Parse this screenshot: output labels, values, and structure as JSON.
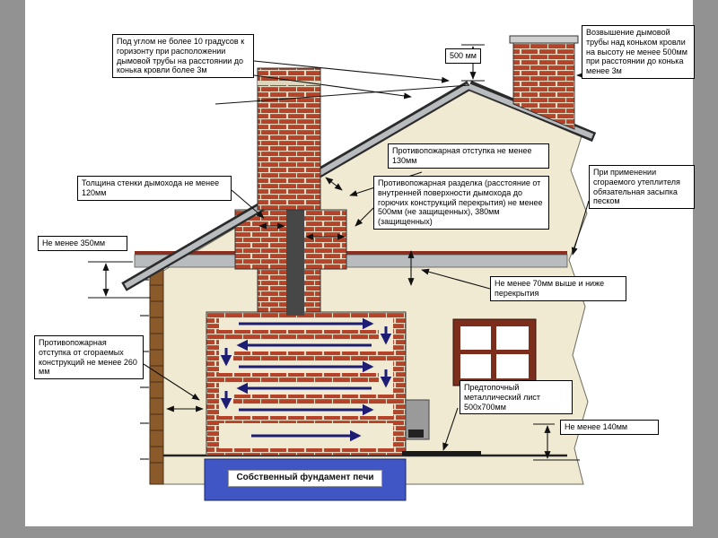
{
  "callouts": {
    "angle_10deg": "Под углом не более 10 градусов к горизонту при расположении дымовой трубы на расстоянии до конька кровли более 3м",
    "dim_500mm": "500 мм",
    "chimney_elevation": "Возвышение дымовой трубы над коньком кровли на высоту не менее 500мм при расстоянии до конька менее 3м",
    "otstupka_130mm": "Противопожарная отступка не менее 130мм",
    "wall_thickness_120mm": "Толщина стенки дымохода не менее 120мм",
    "razdelka": "Противопожарная разделка (расстояние от внутренней поверхности дымохода до горючих конструкций перекрытия) не менее 500мм (не защищенных), 380мм (защищенных)",
    "insulation_sand": "При применении сгораемого утеплителя обязательная засыпка песком",
    "dim_350mm": "Не менее 350мм",
    "dim_70mm": "Не менее 70мм выше и ниже перекрытия",
    "otstupka_260mm": "Противопожарная отступка от сгораемых конструкций не менее 260 мм",
    "metal_sheet": "Предтопочный металлический лист 500х700мм",
    "dim_140mm": "Не менее 140мм",
    "foundation": "Собственный фундамент печи"
  },
  "colors": {
    "brick_red": "#b5432a",
    "mortar": "#e8dcc4",
    "wall_cream": "#f1ead3",
    "roof_silver": "#b8bcbf",
    "roof_edge": "#2b2b2b",
    "ceiling_maroon": "#8a2f1f",
    "foundation_blue": "#4156c5",
    "flue_dark": "#474747",
    "arrow_navy": "#1d1d73",
    "window_maroon": "#7c2d1b",
    "log_brown": "#8a5a2b",
    "slide_frame_gray": "#929292",
    "door_gray": "#9a9a9a"
  }
}
